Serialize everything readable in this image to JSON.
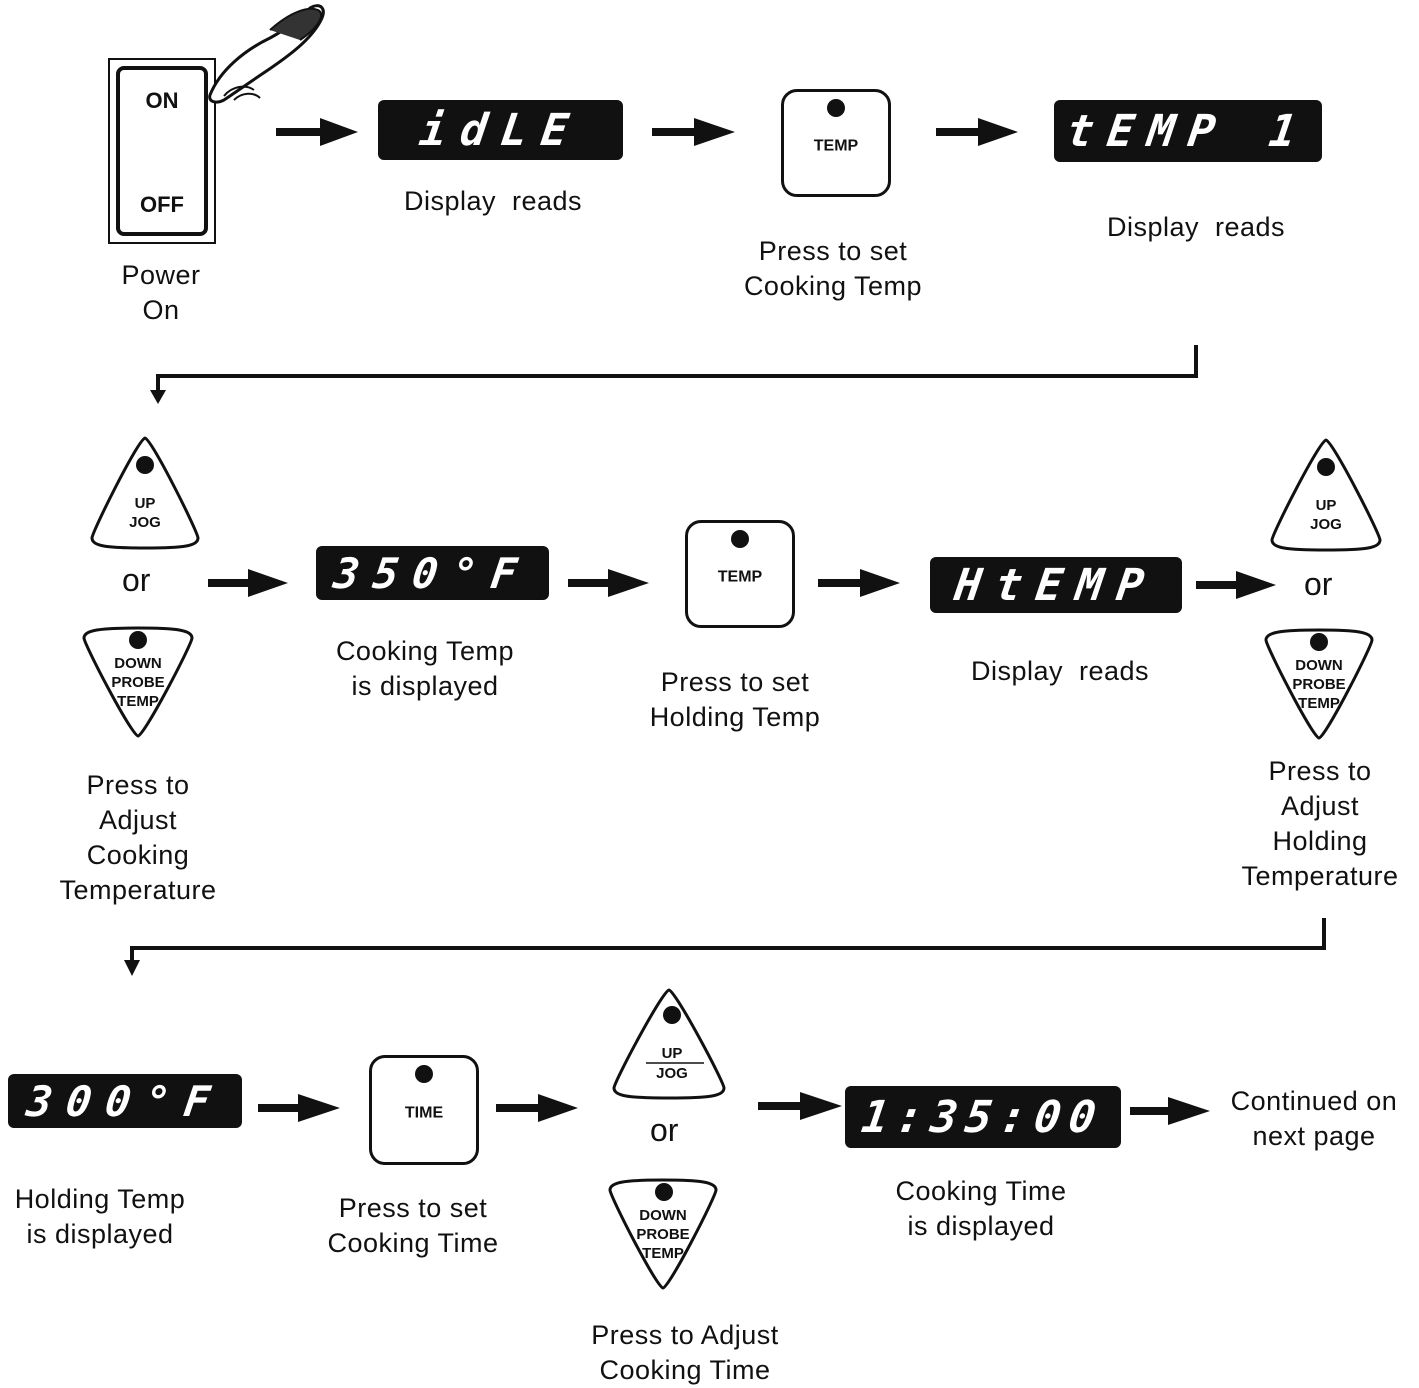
{
  "row1": {
    "switch": {
      "on_label": "ON",
      "off_label": "OFF",
      "caption_line1": "Power",
      "caption_line2": "On"
    },
    "display1": {
      "text": "idLE",
      "caption": "Display  reads"
    },
    "temp_button": {
      "label": "TEMP",
      "caption_line1": "Press to set",
      "caption_line2": "Cooking Temp"
    },
    "display2": {
      "text": "tEMP 1",
      "caption": "Display  reads"
    }
  },
  "row2": {
    "up_button": {
      "line1": "UP",
      "line2": "JOG"
    },
    "or_text": "or",
    "down_button": {
      "line1": "DOWN",
      "line2": "PROBE",
      "line3": "TEMP"
    },
    "adjust_caption": [
      "Press to",
      "Adjust",
      "Cooking",
      "Temperature"
    ],
    "display1": {
      "text": "350°F",
      "caption_line1": "Cooking Temp",
      "caption_line2": "is displayed"
    },
    "temp_button": {
      "label": "TEMP",
      "caption_line1": "Press to set",
      "caption_line2": "Holding Temp"
    },
    "display2": {
      "text": "HtEMP",
      "caption": "Display  reads"
    },
    "up_button_right": {
      "line1": "UP",
      "line2": "JOG"
    },
    "or_text_right": "or",
    "down_button_right": {
      "line1": "DOWN",
      "line2": "PROBE",
      "line3": "TEMP"
    },
    "adjust_caption_right": [
      "Press to",
      "Adjust",
      "Holding",
      "Temperature"
    ]
  },
  "row3": {
    "display1": {
      "text": "300°F",
      "caption_line1": "Holding Temp",
      "caption_line2": "is displayed"
    },
    "time_button": {
      "label": "TIME",
      "caption_line1": "Press to set",
      "caption_line2": "Cooking Time"
    },
    "up_button": {
      "line1": "UP",
      "line2": "JOG"
    },
    "or_text": "or",
    "down_button": {
      "line1": "DOWN",
      "line2": "PROBE",
      "line3": "TEMP"
    },
    "adjust_caption_line1": "Press to Adjust",
    "adjust_caption_line2": "Cooking Time",
    "display2": {
      "text": "1:35:00",
      "caption_line1": "Cooking Time",
      "caption_line2": "is displayed"
    },
    "continued_line1": "Continued on",
    "continued_line2": "next page"
  }
}
